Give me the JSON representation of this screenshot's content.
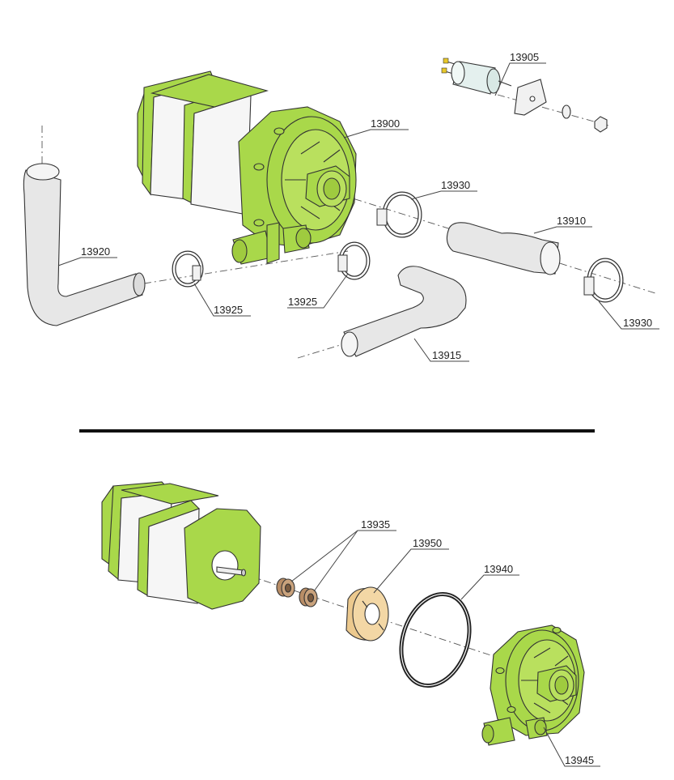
{
  "colors": {
    "motor_green": "#a9d84a",
    "motor_white": "#f6f6f6",
    "hose_gray": "#e7e7e7",
    "capacitor": "#e4f0ee",
    "bearing": "#c9a27c",
    "flange": "#f3d7a5",
    "ink": "#333333"
  },
  "labels": {
    "capacitor": "13905",
    "pump_assembly": "13900",
    "clamp_top": "13930",
    "hose_straight": "13910",
    "hose_l_left": "13920",
    "clamp_left": "13925",
    "clamp_mid": "13925",
    "clamp_right": "13930",
    "hose_curved": "13915",
    "bearings": "13935",
    "flange": "13950",
    "oring": "13940",
    "pump_housing": "13945"
  }
}
